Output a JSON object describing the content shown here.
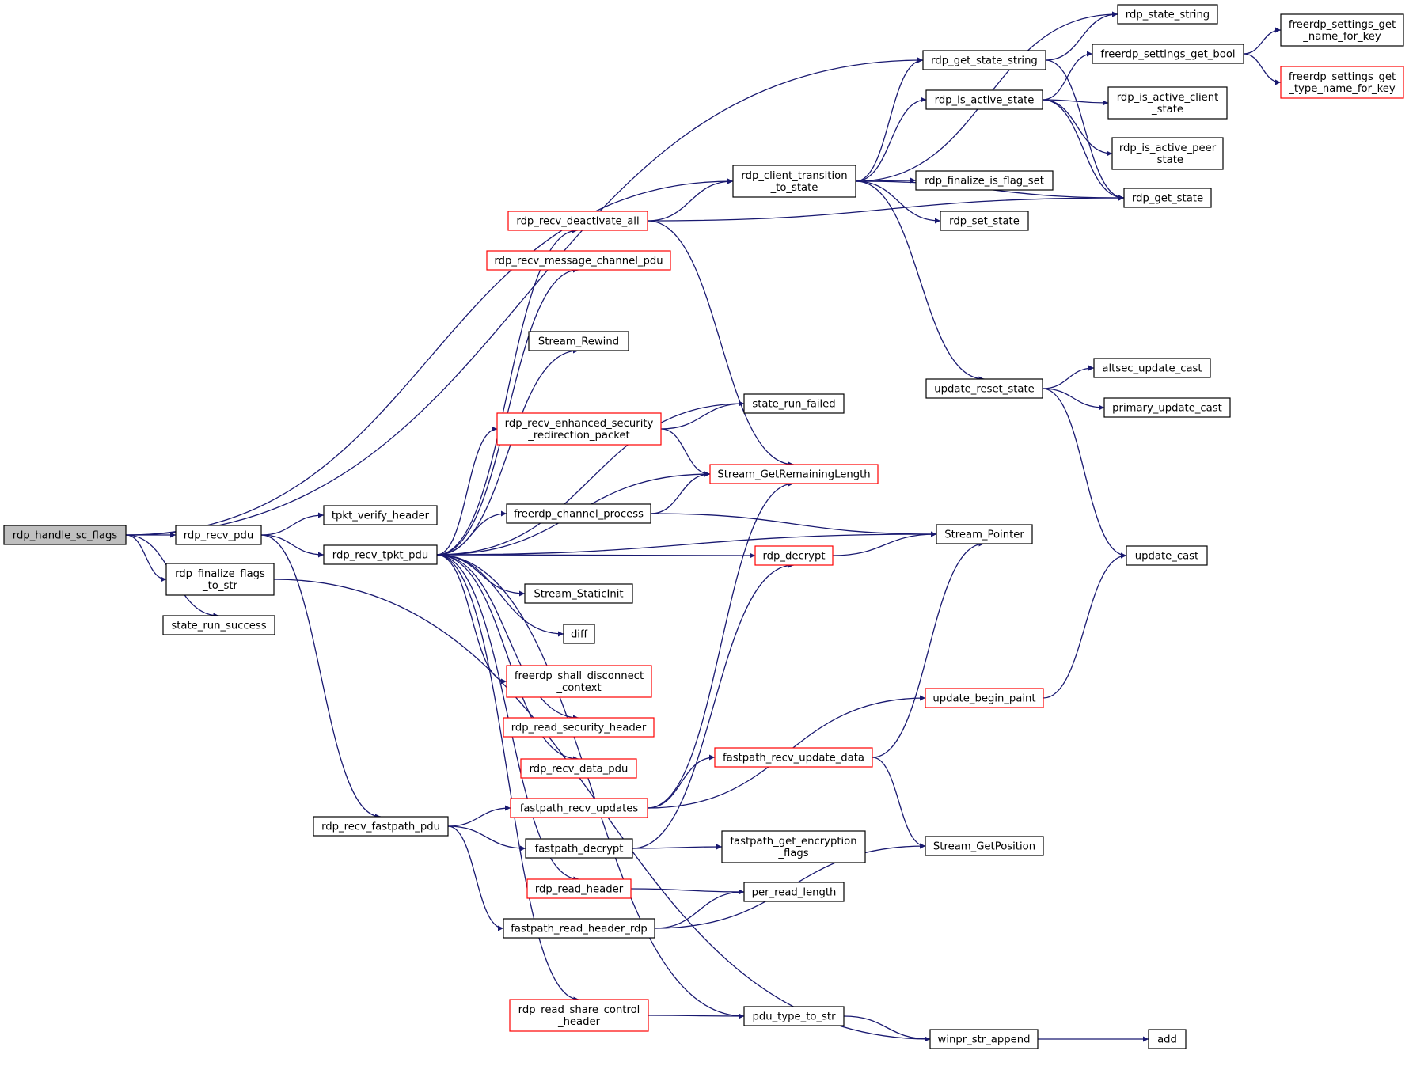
{
  "colors": {
    "background": "#ffffff",
    "edge": "#191970",
    "node_text": "#000000",
    "node_border_normal": "#000000",
    "node_border_truncated": "#ff0000",
    "root_fill": "#bfbfbf",
    "node_fill": "#ffffff"
  },
  "nodes": [
    {
      "id": "root",
      "label": "rdp_handle_sc_flags",
      "style": "root"
    },
    {
      "id": "recv_pdu",
      "label": "rdp_recv_pdu",
      "style": "normal"
    },
    {
      "id": "finalize_flags",
      "label": "rdp_finalize_flags\n_to_str",
      "style": "normal"
    },
    {
      "id": "run_success",
      "label": "state_run_success",
      "style": "normal"
    },
    {
      "id": "tpkt_verify",
      "label": "tpkt_verify_header",
      "style": "normal"
    },
    {
      "id": "tpkt_pdu",
      "label": "rdp_recv_tpkt_pdu",
      "style": "normal"
    },
    {
      "id": "fastpath_pdu",
      "label": "rdp_recv_fastpath_pdu",
      "style": "normal"
    },
    {
      "id": "deactivate",
      "label": "rdp_recv_deactivate_all",
      "style": "red"
    },
    {
      "id": "msg_channel",
      "label": "rdp_recv_message_channel_pdu",
      "style": "red"
    },
    {
      "id": "rewind",
      "label": "Stream_Rewind",
      "style": "normal"
    },
    {
      "id": "enh_sec",
      "label": "rdp_recv_enhanced_security\n_redirection_packet",
      "style": "red"
    },
    {
      "id": "chan_process",
      "label": "freerdp_channel_process",
      "style": "normal"
    },
    {
      "id": "static_init",
      "label": "Stream_StaticInit",
      "style": "normal"
    },
    {
      "id": "diff",
      "label": "diff",
      "style": "normal"
    },
    {
      "id": "shall_disc",
      "label": "freerdp_shall_disconnect\n_context",
      "style": "red"
    },
    {
      "id": "sec_header",
      "label": "rdp_read_security_header",
      "style": "red"
    },
    {
      "id": "data_pdu",
      "label": "rdp_recv_data_pdu",
      "style": "red"
    },
    {
      "id": "fp_updates",
      "label": "fastpath_recv_updates",
      "style": "red"
    },
    {
      "id": "fp_decrypt",
      "label": "fastpath_decrypt",
      "style": "normal"
    },
    {
      "id": "read_header",
      "label": "rdp_read_header",
      "style": "red"
    },
    {
      "id": "fp_read_hdr",
      "label": "fastpath_read_header_rdp",
      "style": "normal"
    },
    {
      "id": "share_ctrl",
      "label": "rdp_read_share_control\n_header",
      "style": "red"
    },
    {
      "id": "client_trans",
      "label": "rdp_client_transition\n_to_state",
      "style": "normal"
    },
    {
      "id": "run_failed",
      "label": "state_run_failed",
      "style": "normal"
    },
    {
      "id": "remaining",
      "label": "Stream_GetRemainingLength",
      "style": "red"
    },
    {
      "id": "decrypt",
      "label": "rdp_decrypt",
      "style": "red"
    },
    {
      "id": "fp_upd_data",
      "label": "fastpath_recv_update_data",
      "style": "red"
    },
    {
      "id": "enc_flags",
      "label": "fastpath_get_encryption\n_flags",
      "style": "normal"
    },
    {
      "id": "per_len",
      "label": "per_read_length",
      "style": "normal"
    },
    {
      "id": "pdu_type",
      "label": "pdu_type_to_str",
      "style": "normal"
    },
    {
      "id": "state_string",
      "label": "rdp_state_string",
      "style": "normal"
    },
    {
      "id": "get_state_str",
      "label": "rdp_get_state_string",
      "style": "normal"
    },
    {
      "id": "is_active",
      "label": "rdp_is_active_state",
      "style": "normal"
    },
    {
      "id": "fin_flag_set",
      "label": "rdp_finalize_is_flag_set",
      "style": "normal"
    },
    {
      "id": "set_state",
      "label": "rdp_set_state",
      "style": "normal"
    },
    {
      "id": "reset_state",
      "label": "update_reset_state",
      "style": "normal"
    },
    {
      "id": "stream_ptr",
      "label": "Stream_Pointer",
      "style": "normal"
    },
    {
      "id": "begin_paint",
      "label": "update_begin_paint",
      "style": "red"
    },
    {
      "id": "get_position",
      "label": "Stream_GetPosition",
      "style": "normal"
    },
    {
      "id": "str_append",
      "label": "winpr_str_append",
      "style": "normal"
    },
    {
      "id": "get_bool",
      "label": "freerdp_settings_get_bool",
      "style": "normal"
    },
    {
      "id": "active_client",
      "label": "rdp_is_active_client\n_state",
      "style": "normal"
    },
    {
      "id": "active_peer",
      "label": "rdp_is_active_peer\n_state",
      "style": "normal"
    },
    {
      "id": "get_state",
      "label": "rdp_get_state",
      "style": "normal"
    },
    {
      "id": "altsec",
      "label": "altsec_update_cast",
      "style": "normal"
    },
    {
      "id": "primary",
      "label": "primary_update_cast",
      "style": "normal"
    },
    {
      "id": "update_cast",
      "label": "update_cast",
      "style": "normal"
    },
    {
      "id": "add",
      "label": "add",
      "style": "normal"
    },
    {
      "id": "name_for_key",
      "label": "freerdp_settings_get\n_name_for_key",
      "style": "normal"
    },
    {
      "id": "type_name_key",
      "label": "freerdp_settings_get\n_type_name_for_key",
      "style": "red"
    }
  ],
  "edges": [
    [
      "root",
      "recv_pdu"
    ],
    [
      "root",
      "finalize_flags"
    ],
    [
      "root",
      "run_success"
    ],
    [
      "root",
      "client_trans"
    ],
    [
      "root",
      "get_state_str"
    ],
    [
      "recv_pdu",
      "tpkt_verify"
    ],
    [
      "recv_pdu",
      "tpkt_pdu"
    ],
    [
      "recv_pdu",
      "fastpath_pdu"
    ],
    [
      "finalize_flags",
      "str_append"
    ],
    [
      "tpkt_pdu",
      "deactivate"
    ],
    [
      "tpkt_pdu",
      "msg_channel"
    ],
    [
      "tpkt_pdu",
      "rewind"
    ],
    [
      "tpkt_pdu",
      "enh_sec"
    ],
    [
      "tpkt_pdu",
      "chan_process"
    ],
    [
      "tpkt_pdu",
      "static_init"
    ],
    [
      "tpkt_pdu",
      "diff"
    ],
    [
      "tpkt_pdu",
      "shall_disc"
    ],
    [
      "tpkt_pdu",
      "sec_header"
    ],
    [
      "tpkt_pdu",
      "data_pdu"
    ],
    [
      "tpkt_pdu",
      "read_header"
    ],
    [
      "tpkt_pdu",
      "share_ctrl"
    ],
    [
      "tpkt_pdu",
      "decrypt"
    ],
    [
      "tpkt_pdu",
      "stream_ptr"
    ],
    [
      "tpkt_pdu",
      "run_failed"
    ],
    [
      "tpkt_pdu",
      "remaining"
    ],
    [
      "tpkt_pdu",
      "pdu_type"
    ],
    [
      "fastpath_pdu",
      "fp_updates"
    ],
    [
      "fastpath_pdu",
      "fp_decrypt"
    ],
    [
      "fastpath_pdu",
      "fp_read_hdr"
    ],
    [
      "deactivate",
      "client_trans"
    ],
    [
      "deactivate",
      "get_state"
    ],
    [
      "deactivate",
      "remaining"
    ],
    [
      "enh_sec",
      "run_failed"
    ],
    [
      "enh_sec",
      "remaining"
    ],
    [
      "chan_process",
      "remaining"
    ],
    [
      "chan_process",
      "stream_ptr"
    ],
    [
      "fp_updates",
      "fp_upd_data"
    ],
    [
      "fp_updates",
      "begin_paint"
    ],
    [
      "fp_updates",
      "remaining"
    ],
    [
      "fp_decrypt",
      "enc_flags"
    ],
    [
      "fp_decrypt",
      "decrypt"
    ],
    [
      "read_header",
      "per_len"
    ],
    [
      "fp_read_hdr",
      "per_len"
    ],
    [
      "fp_read_hdr",
      "get_position"
    ],
    [
      "share_ctrl",
      "pdu_type"
    ],
    [
      "decrypt",
      "stream_ptr"
    ],
    [
      "fp_upd_data",
      "stream_ptr"
    ],
    [
      "fp_upd_data",
      "get_position"
    ],
    [
      "pdu_type",
      "str_append"
    ],
    [
      "client_trans",
      "state_string"
    ],
    [
      "client_trans",
      "get_state_str"
    ],
    [
      "client_trans",
      "is_active"
    ],
    [
      "client_trans",
      "fin_flag_set"
    ],
    [
      "client_trans",
      "set_state"
    ],
    [
      "client_trans",
      "reset_state"
    ],
    [
      "client_trans",
      "get_state"
    ],
    [
      "get_state_str",
      "state_string"
    ],
    [
      "get_state_str",
      "get_state"
    ],
    [
      "is_active",
      "get_bool"
    ],
    [
      "is_active",
      "active_client"
    ],
    [
      "is_active",
      "active_peer"
    ],
    [
      "is_active",
      "get_state"
    ],
    [
      "reset_state",
      "altsec"
    ],
    [
      "reset_state",
      "primary"
    ],
    [
      "reset_state",
      "update_cast"
    ],
    [
      "begin_paint",
      "update_cast"
    ],
    [
      "str_append",
      "add"
    ],
    [
      "get_bool",
      "name_for_key"
    ],
    [
      "get_bool",
      "type_name_key"
    ]
  ]
}
